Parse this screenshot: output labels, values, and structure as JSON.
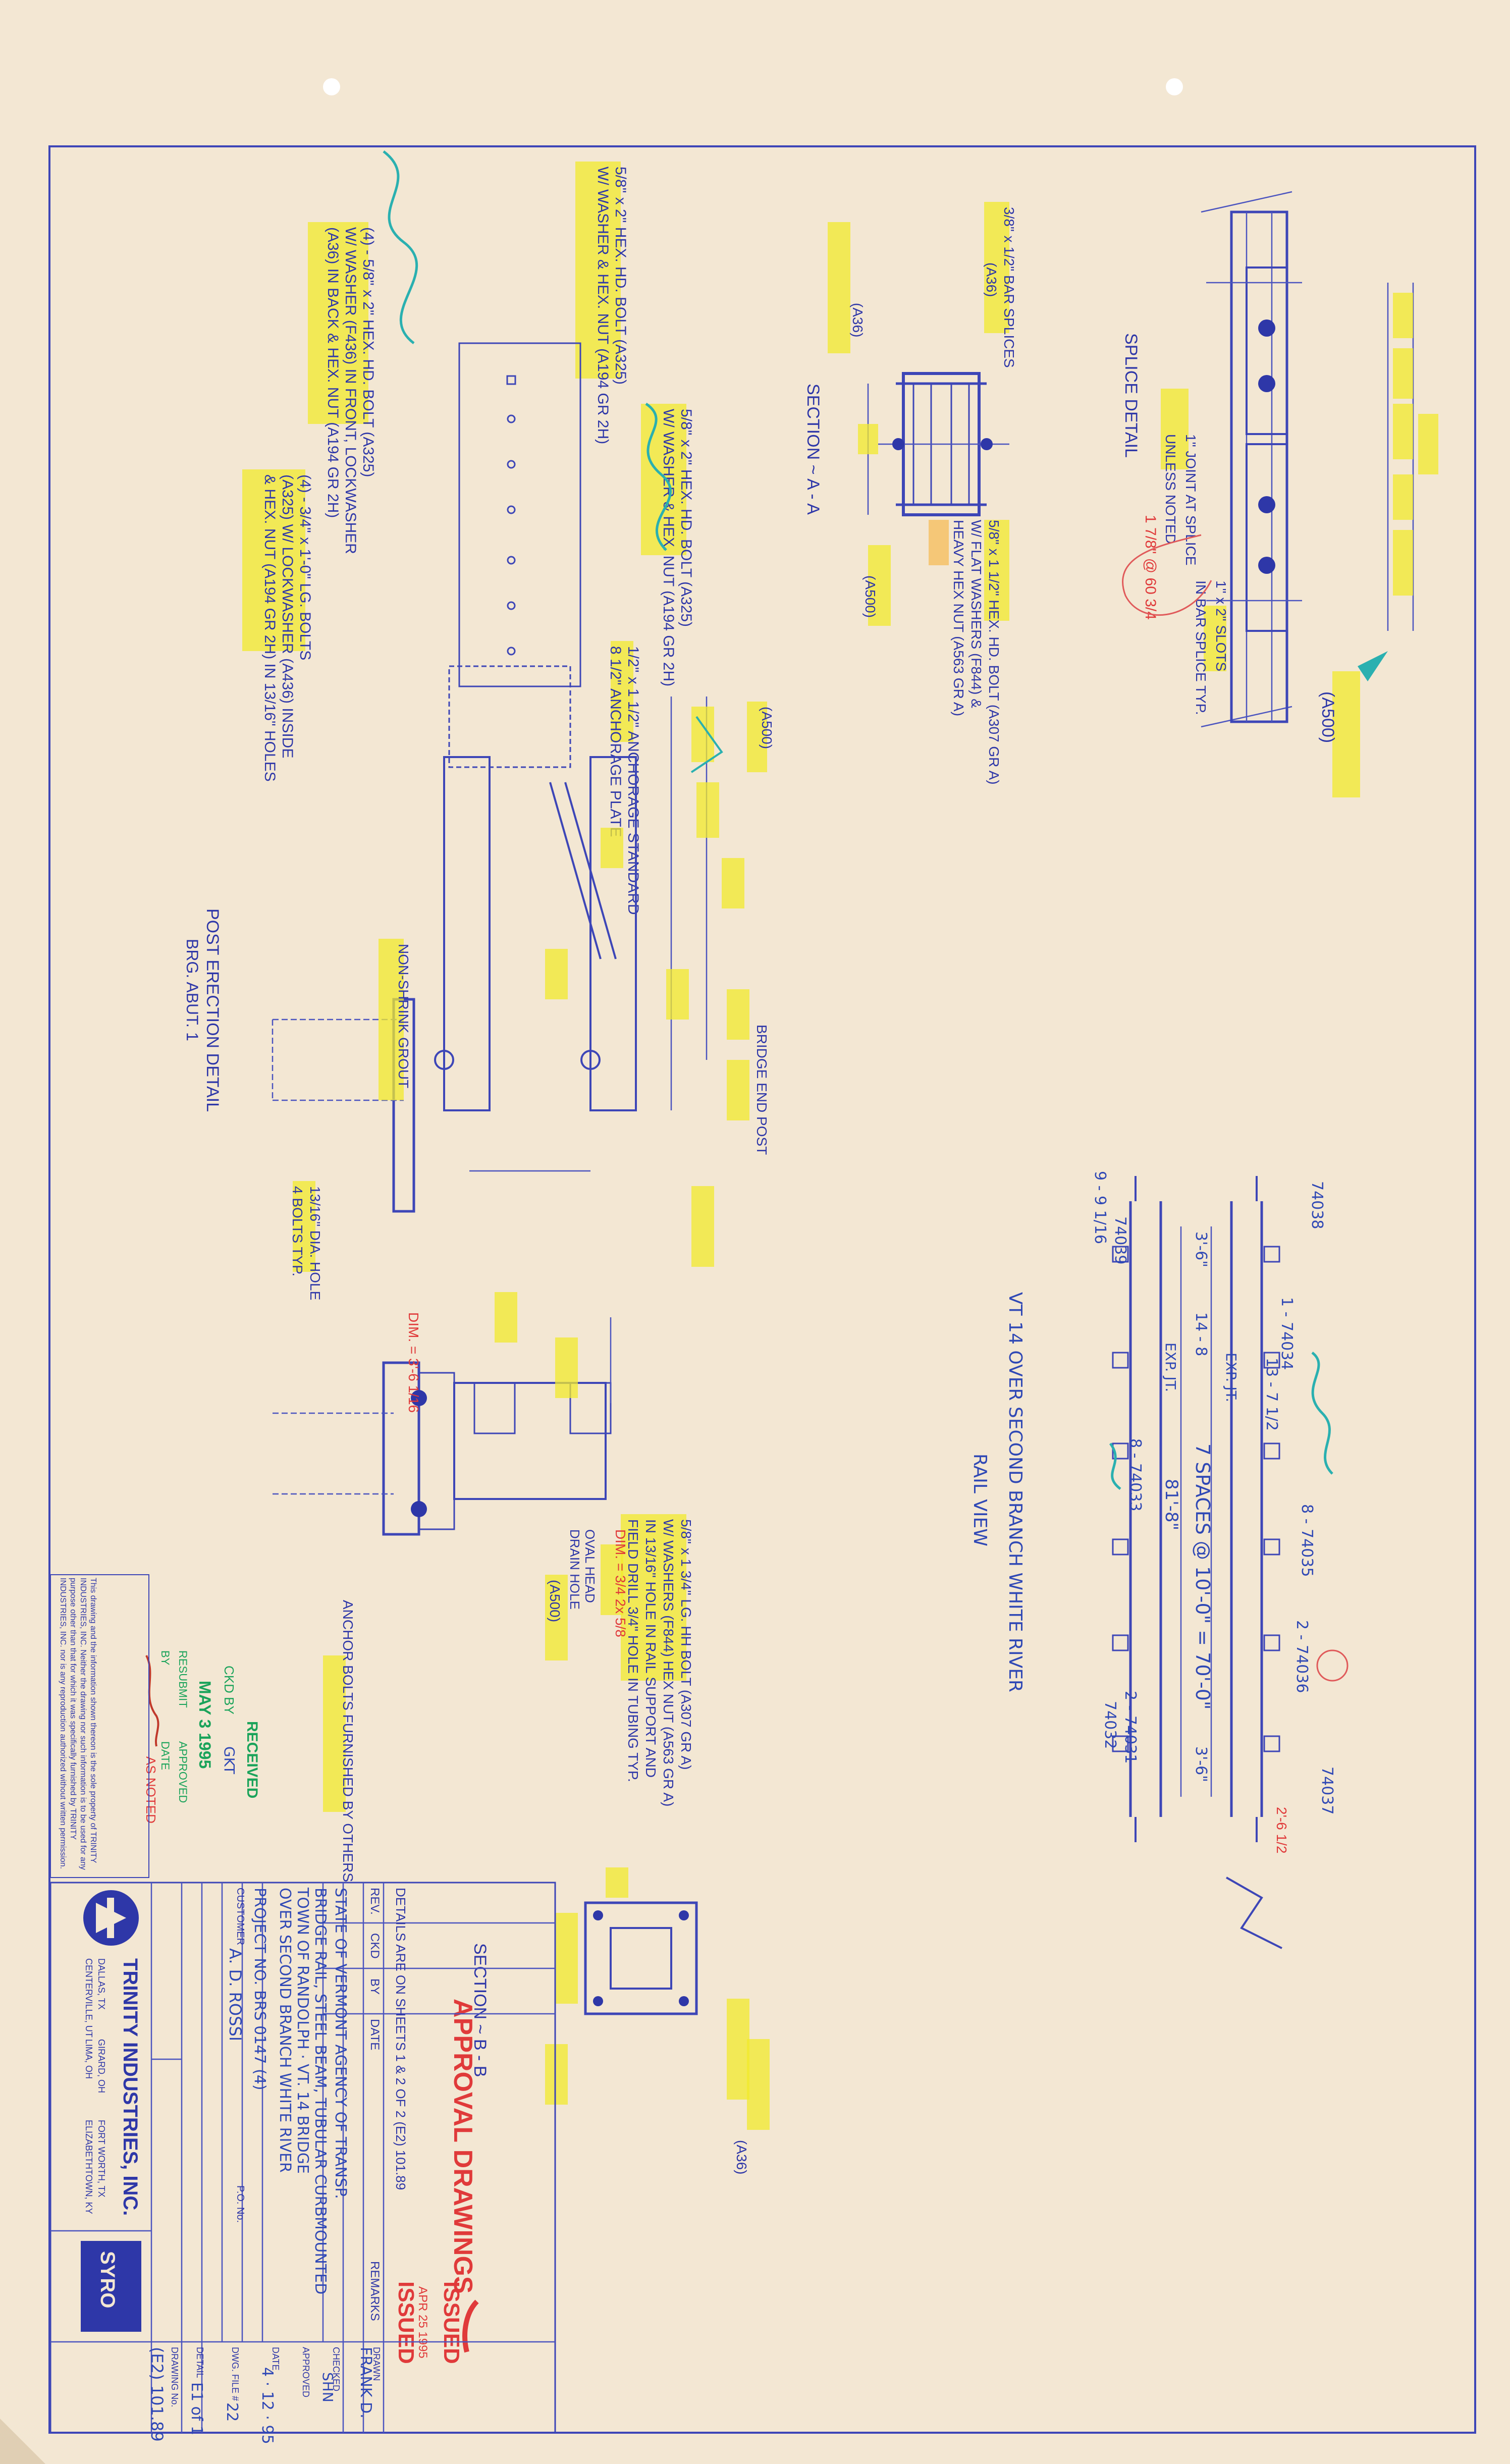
{
  "stamps": {
    "approval": "APPROVAL DRAWINGS",
    "issued": "ISSUED",
    "issued_date": "APR 25 1995",
    "received": "RECEIVED",
    "ckd_by_label": "CKD BY",
    "ckd_by_value": "GKT",
    "received_date": "MAY 3 1995",
    "resubmit": "RESUBMIT",
    "approved": "APPROVED",
    "by": "BY",
    "date": "DATE",
    "as_noted": "AS NOTED"
  },
  "details": {
    "splice_detail": "SPLICE DETAIL",
    "section_aa": "SECTION ~ A - A",
    "section_bb": "SECTION ~ B - B",
    "post_erection": "POST ERECTION DETAIL",
    "brg_abut": "BRG. ABUT. 1",
    "rail_view_title": "VT 14 OVER SECOND BRANCH WHITE RIVER",
    "rail_view": "RAIL VIEW",
    "spaces": "7 SPACES @ 10'-0\" = 70'-0\"",
    "length": "81'-8\"",
    "exp_jt_1": "EXP. JT.",
    "exp_jt_2": "EXP. JT.",
    "grout": "NON-SHRINK GROUT",
    "anchor_bolts": "ANCHOR BOLTS FURNISHED BY OTHERS",
    "bridge_end_post": "BRIDGE END POST"
  },
  "notes": {
    "spl_1": "3/8\" x 1/2\" BAR SPLICES",
    "spl_2": "(A36)",
    "bolt_1": "5/8\" x 2\" HEX. HD. BOLT (A325)",
    "bolt_2": "W/ WASHER & HEX. NUT (A194 GR 2H)",
    "bolt_3": "W/ WASHER (F436) IN FRONT, LOCKWASHER",
    "bolt_4": "(A36) IN BACK & HEX. NUT (A194 GR 2H)",
    "bolt_5": "(4) - 5/8\" x 2\" HEX. HD. BOLT (A325)",
    "plate_1": "(4) - 3/4\" x 1'-0\" LG. BOLTS",
    "plate_2": "(A325) W/ LOCKWASHER (A436) INSIDE",
    "plate_3": "& HEX. NUT (A194 GR 2H) IN 13/16\" HOLES",
    "anch_1": "1/2\" x 1 1/2\" ANCHORAGE STANDARD",
    "anch_2": "8 1/2\" ANCHORAGE PLATE",
    "slot_1": "1\" x 2\" SLOTS",
    "slot_2": "IN BAR SPLICE TYP.",
    "joint_1": "1\" JOINT AT SPLICE",
    "joint_2": "UNLESS NOTED",
    "sec_bolt_1": "5/8\" x 1 1/2\" HEX. HD. BOLT (A307 GR A)",
    "sec_bolt_2": "W/ FLAT WASHERS (F844) &",
    "sec_bolt_3": "HEAVY HEX NUT (A563 GR A)",
    "bottom_1": "5/8\" x 1 3/4\" LG. HH BOLT (A307 GR A)",
    "bottom_2": "W/ WASHERS (F844) HEX NUT (A563 GR A)",
    "bottom_3": "IN 13/16\" HOLE IN RAIL SUPPORT AND",
    "bottom_4": "FIELD DRILL 3/4\" HOLE IN TUBING TYP.",
    "oval_1": "OVAL HEAD",
    "oval_2": "DRAIN HOLE",
    "a36_a": "(A36)",
    "a500_a": "(A500)",
    "a500_b": "(A500)",
    "a500_c": "(A500)",
    "a36_b": "(A36)",
    "field_hole_1": "13/16\" DIA. HOLE",
    "field_hole_2": "4 BOLTS TYP."
  },
  "handwritten": {
    "h1": "9 - 9 1/16",
    "h2": "74039",
    "h3": "74038",
    "h4": "3'-6\"",
    "h5": "14 - 8",
    "h6": "8 - 74035",
    "h7": "2 - 74036",
    "h8": "2 - 74031",
    "h9": "74032",
    "h10": "74037",
    "h11": "3'-6\"",
    "h12": "13 - 7 1/2",
    "h13": "8 - 74033",
    "h14": "1 - 74034",
    "red_1": "DIM. = 3/4 2x 5/8",
    "red_2": "DIM. = 3'-6 1/16",
    "red_3": "1 7/8\" @ 60 3/4",
    "red_4": "2'-6 1/2"
  },
  "title_block": {
    "details_on": "DETAILS ARE ON SHEETS 1 & 2 OF 2 (E2) 101.89",
    "rev_header": "REV.",
    "ckd_header": "CKD",
    "by_header": "BY",
    "date_header": "DATE",
    "remarks_header": "REMARKS",
    "line_1": "STATE OF VERMONT AGENCY OF TRANSP.",
    "line_2": "BRIDGE RAIL, STEEL BEAM, TUBULAR CURBMOUNTED",
    "line_3": "TOWN OF RANDOLPH · VT. 14 BRIDGE",
    "line_4": "OVER SECOND BRANCH WHITE RIVER",
    "line_5": "PROJECT NO. BRS 0147 (4)",
    "customer_label": "CUSTOMER",
    "customer": "A. D. ROSSI",
    "po_label": "P.O. No.",
    "company": "TRINITY INDUSTRIES, INC.",
    "logo_tag": "SYRO",
    "loc_1": "DALLAS, TX",
    "loc_2": "GIRARD, OH",
    "loc_3": "FORT WORTH, TX",
    "loc_4": "CENTERVILLE, UT",
    "loc_5": "LIMA, OH",
    "loc_6": "ELIZABETHTOWN, KY",
    "drawn_label": "DRAWN",
    "drawn": "FRANK D.",
    "checked_label": "CHECKED",
    "checked": "SHN",
    "approved_label": "APPROVED",
    "date_label": "DATE",
    "date": "4 · 12 · 95",
    "dwg_file_label": "DWG. FILE #",
    "dwg_file": "22",
    "detail_label": "DETAIL",
    "detail": "E1 of 1",
    "drawing_label": "DRAWING No.",
    "drawing_no": "(E2) 101.89",
    "disclaimer": "This drawing and the information shown thereon is the sole property of TRINITY INDUSTRIES, INC. Neither the drawing nor such information is to be used for any purpose other than that for which it was specifically furnished by TRINITY INDUSTRIES, INC. nor is any reproduction authorized without written permission."
  },
  "colors": {
    "paper": "#f3e7d3",
    "ink": "#2e37a8",
    "highlight": "#f2ea2c",
    "stamp_red": "#e03a3a",
    "stamp_green": "#1aa35a"
  }
}
